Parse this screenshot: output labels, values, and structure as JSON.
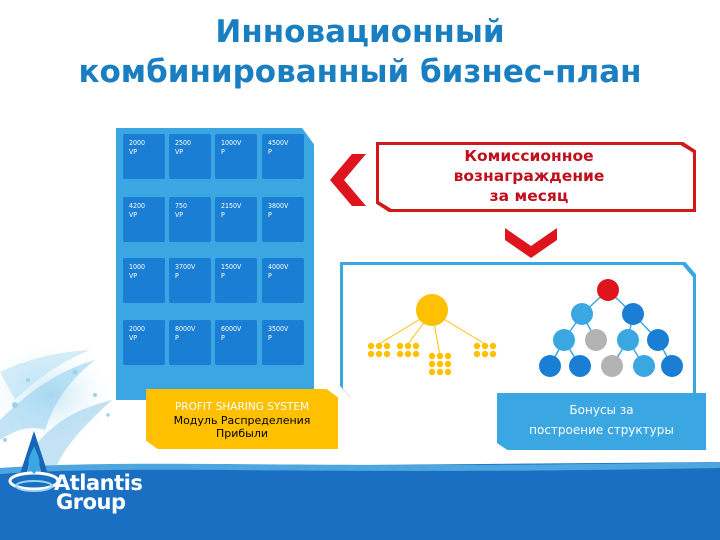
{
  "title": {
    "line1": "Инновационный",
    "line2": "комбинированный бизнес-план"
  },
  "cards": [
    {
      "l1": "2000",
      "l2": "VP"
    },
    {
      "l1": "2500",
      "l2": "VP"
    },
    {
      "l1": "1000V",
      "l2": "P"
    },
    {
      "l1": "4500V",
      "l2": "P"
    },
    {
      "l1": "4200",
      "l2": "VP"
    },
    {
      "l1": "750",
      "l2": "VP"
    },
    {
      "l1": "2150V",
      "l2": "P"
    },
    {
      "l1": "3800V",
      "l2": "P"
    },
    {
      "l1": "1000",
      "l2": "VP"
    },
    {
      "l1": "3700V",
      "l2": "P"
    },
    {
      "l1": "1500V",
      "l2": "P"
    },
    {
      "l1": "4000V",
      "l2": "P"
    },
    {
      "l1": "2000",
      "l2": "VP"
    },
    {
      "l1": "8000V",
      "l2": "P"
    },
    {
      "l1": "6000V",
      "l2": "P"
    },
    {
      "l1": "3500V",
      "l2": "P"
    }
  ],
  "profit": {
    "en": "PROFIT SHARING SYSTEM",
    "ru_line1": "Модуль Распределения",
    "ru_line2": "Прибыли"
  },
  "commission": {
    "line1": "Комиссионное",
    "line2": "вознаграждение",
    "line3": "за месяц"
  },
  "bonus": {
    "line1": "Бонусы за",
    "line2": "построение структуры"
  },
  "logo": {
    "line1": "Atlantis",
    "line2": "Group"
  },
  "colors": {
    "title": "#1a7fc0",
    "panel": "#3aa6e2",
    "card": "#1a7fd4",
    "profit": "#ffc000",
    "commission": "#d11a1a",
    "tree_yellow": "#ffc000",
    "tree_red": "#e0141e",
    "tree_blue": "#1a7fd4",
    "tree_light_blue": "#3aa6e2",
    "tree_gray": "#b3b3b3",
    "footer": "#1a6fc2"
  }
}
